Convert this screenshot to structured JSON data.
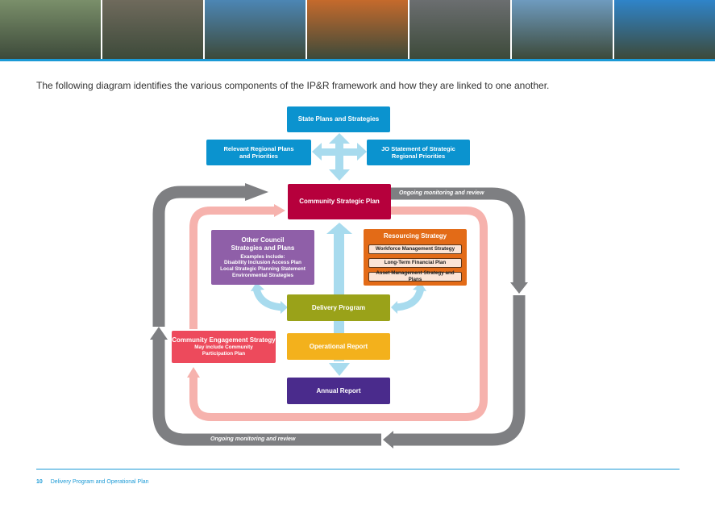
{
  "intro_text": "The following diagram identifies the various components of the IP&R framework and how they are linked to one another.",
  "banner_photos": [
    "#7a8f6a",
    "#6f6a5c",
    "#4c86b4",
    "#c56a2c",
    "#6b6e70",
    "#6e9bbf",
    "#2f84c9"
  ],
  "colors": {
    "accent_blue": "#1b9ad6",
    "state_blue": "#0b93cf",
    "csp_red": "#b6003c",
    "purple": "#8f5fa8",
    "orange": "#e36b17",
    "olive": "#9aa219",
    "yellow": "#f3b11c",
    "indigo": "#4a2b8c",
    "pink": "#ed4a5c",
    "grey_loop": "#7e7f82",
    "pink_loop": "#f6b2ad",
    "light_blue": "#a8dbee"
  },
  "diagram": {
    "state_plans": "State Plans and Strategies",
    "regional_plans": "Relevant Regional Plans and Priorities",
    "jo_statement": "JO Statement of Strategic Regional Priorities",
    "csp": "Community Strategic Plan",
    "other_council": {
      "title": "Other Council Strategies and Plans",
      "examples_heading": "Examples include:",
      "examples": [
        "Disability Inclusion Access Plan",
        "Local Strategic Planning Statement",
        "Environmental Strategies"
      ]
    },
    "resourcing": {
      "title": "Resourcing Strategy",
      "items": [
        "Workforce Management Strategy",
        "Long-Term Financial Plan",
        "Asset Management Strategy and Plans"
      ]
    },
    "delivery_program": "Delivery Program",
    "engagement": {
      "title": "Community Engagement Strategy",
      "sub": "May include Community Participation Plan"
    },
    "operational_report": "Operational Report",
    "annual_report": "Annual Report",
    "monitoring_top": "Ongoing monitoring and review",
    "monitoring_bottom": "Ongoing monitoring and review"
  },
  "footer": {
    "page_number": "10",
    "document_title": "Delivery Program and Operational Plan"
  }
}
